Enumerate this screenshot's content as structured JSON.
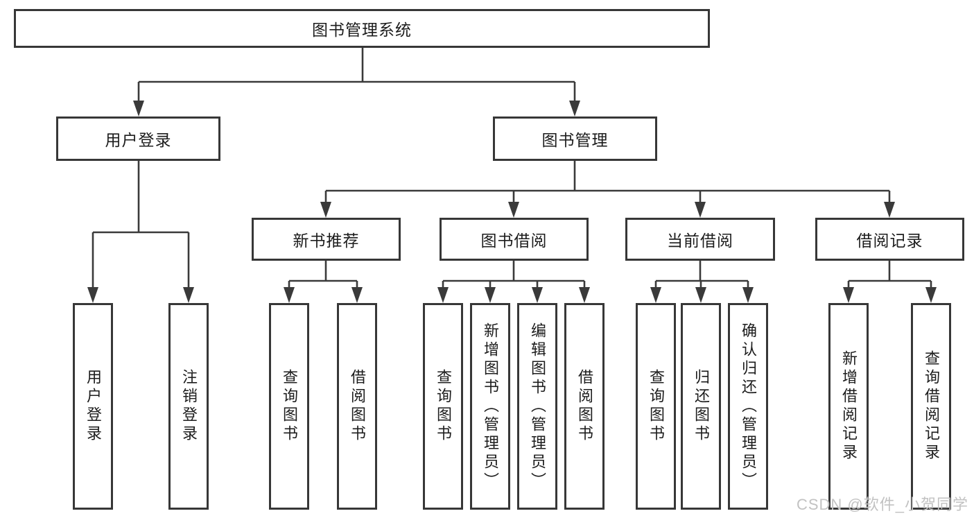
{
  "tree": {
    "label": "图书管理系统",
    "children": [
      {
        "label": "用户登录",
        "children": [
          {
            "label": "用户登录"
          },
          {
            "label": "注销登录"
          }
        ]
      },
      {
        "label": "图书管理",
        "children": [
          {
            "label": "新书推荐",
            "children": [
              {
                "label": "查询图书"
              },
              {
                "label": "借阅图书"
              }
            ]
          },
          {
            "label": "图书借阅",
            "children": [
              {
                "label": "查询图书"
              },
              {
                "label": "新增图书（管理员）"
              },
              {
                "label": "编辑图书（管理员）"
              },
              {
                "label": "借阅图书"
              }
            ]
          },
          {
            "label": "当前借阅",
            "children": [
              {
                "label": "查询图书"
              },
              {
                "label": "归还图书"
              },
              {
                "label": "确认归还（管理员）"
              }
            ]
          },
          {
            "label": "借阅记录",
            "children": [
              {
                "label": "新增借阅记录"
              },
              {
                "label": "查询借阅记录"
              }
            ]
          }
        ]
      }
    ]
  },
  "watermark": {
    "text": "CSDN @软件_小贺同学"
  },
  "colors": {
    "line": "#3a3a3a",
    "box_border": "#373737",
    "text": "#1c1c1c",
    "watermark": "#c2c2c2",
    "background": "#ffffff"
  }
}
